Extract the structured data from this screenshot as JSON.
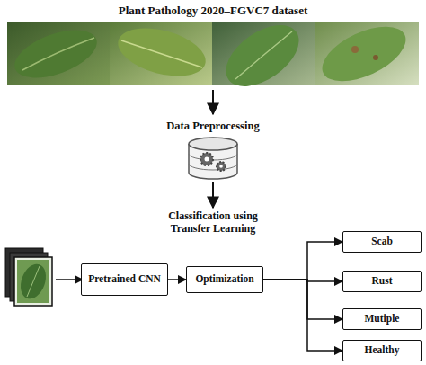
{
  "diagram": {
    "title": "Plant Pathology 2020–FGVC7 dataset",
    "nodes": [
      {
        "text": [
          "Pretrained CNN"
        ]
      },
      {
        "text": [
          "Optimization"
        ]
      },
      {
        "text": [
          "Scab"
        ]
      },
      {
        "text": [
          "Rust"
        ]
      },
      {
        "text": [
          "Mutiple"
        ]
      },
      {
        "text": [
          "Healthy"
        ]
      }
    ],
    "edges": [
      {
        "from": 0,
        "to": 1,
        "arrow": "to"
      },
      {
        "from": 1,
        "to": 2,
        "arrow": "to"
      },
      {
        "from": 1,
        "to": 3,
        "arrow": "to"
      },
      {
        "from": 1,
        "to": 4,
        "arrow": "to"
      },
      {
        "from": 1,
        "to": 5,
        "arrow": "to"
      }
    ],
    "labels": [
      "Data Preprocessing",
      "Classification using Transfer Learning"
    ]
  }
}
